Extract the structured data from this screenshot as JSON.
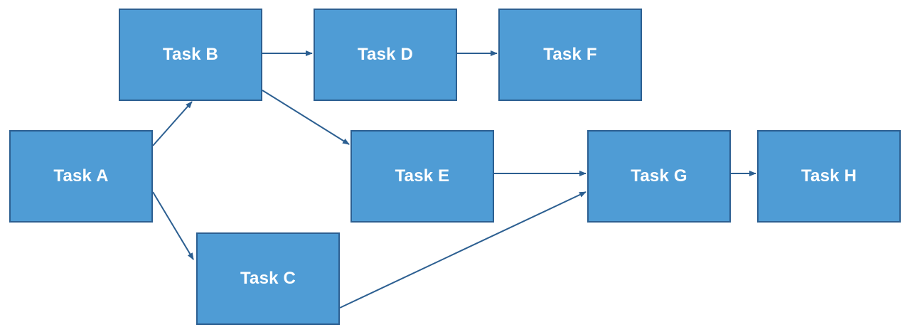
{
  "diagram": {
    "nodes": [
      {
        "id": "a",
        "label": "Task A"
      },
      {
        "id": "b",
        "label": "Task B"
      },
      {
        "id": "c",
        "label": "Task C"
      },
      {
        "id": "d",
        "label": "Task D"
      },
      {
        "id": "e",
        "label": "Task E"
      },
      {
        "id": "f",
        "label": "Task F"
      },
      {
        "id": "g",
        "label": "Task G"
      },
      {
        "id": "h",
        "label": "Task H"
      }
    ],
    "edges": [
      {
        "from": "Task A",
        "to": "Task B"
      },
      {
        "from": "Task A",
        "to": "Task C"
      },
      {
        "from": "Task B",
        "to": "Task D"
      },
      {
        "from": "Task B",
        "to": "Task E"
      },
      {
        "from": "Task D",
        "to": "Task F"
      },
      {
        "from": "Task E",
        "to": "Task G"
      },
      {
        "from": "Task C",
        "to": "Task G"
      },
      {
        "from": "Task G",
        "to": "Task H"
      }
    ],
    "colors": {
      "node_fill": "#4f9cd5",
      "node_border": "#2c5f91",
      "arrow": "#2c5f91",
      "text": "#ffffff"
    }
  }
}
